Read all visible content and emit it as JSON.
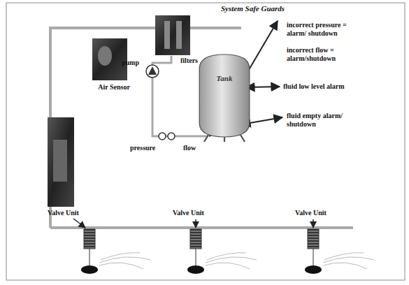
{
  "diagram": {
    "nodes": [
      {
        "text": [
          "Tank"
        ]
      }
    ],
    "labels": [
      "System Safe Guards",
      "pump",
      "filters",
      "Air Sensor",
      "incorrect pressure = alarm/ shutdown",
      "incorrect flow = alarm/shutdown",
      "fluid low level alarm",
      "fluid empty alarm/ shutdown",
      "pressure",
      "flow",
      "Valve Unit",
      "Valve Unit",
      "Valve Unit"
    ]
  }
}
